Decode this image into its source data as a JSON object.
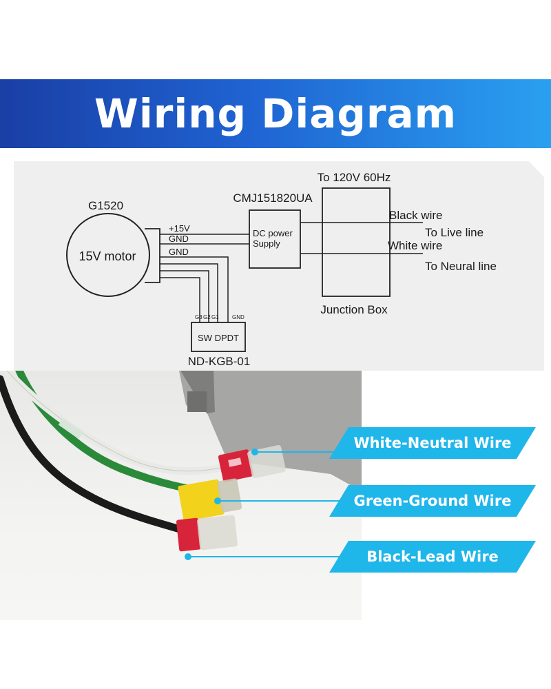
{
  "banner": {
    "title": "Wiring Diagram"
  },
  "diagram": {
    "motor_model": "G1520",
    "motor_label": "15V motor",
    "supply_model": "CMJ151820UA",
    "supply_label_line1": "DC power",
    "supply_label_line2": "Supply",
    "wire_plus15v": "+15V",
    "wire_gnd_1": "GND",
    "wire_gnd_2": "GND",
    "switch_label": "SW DPDT",
    "switch_model": "ND-KGB-01",
    "switch_pins": [
      "G3",
      "G2",
      "G1",
      "GND"
    ],
    "mains_label": "To 120V 60Hz",
    "black_wire": "Black wire",
    "white_wire": "White wire",
    "live_line": "To Live line",
    "neutral_line": "To Neural line",
    "junction_box": "Junction Box"
  },
  "callouts": {
    "white": "White-Neutral Wire",
    "green": "Green-Ground Wire",
    "black": "Black-Lead Wire"
  },
  "colors": {
    "banner_dark": "#1a3fa5",
    "banner_light": "#2aa0f0",
    "callout_fill": "#1fb6ea",
    "connector_red": "#d8243a",
    "connector_yellow": "#f2d21a",
    "wire_green": "#2a8a3a"
  }
}
